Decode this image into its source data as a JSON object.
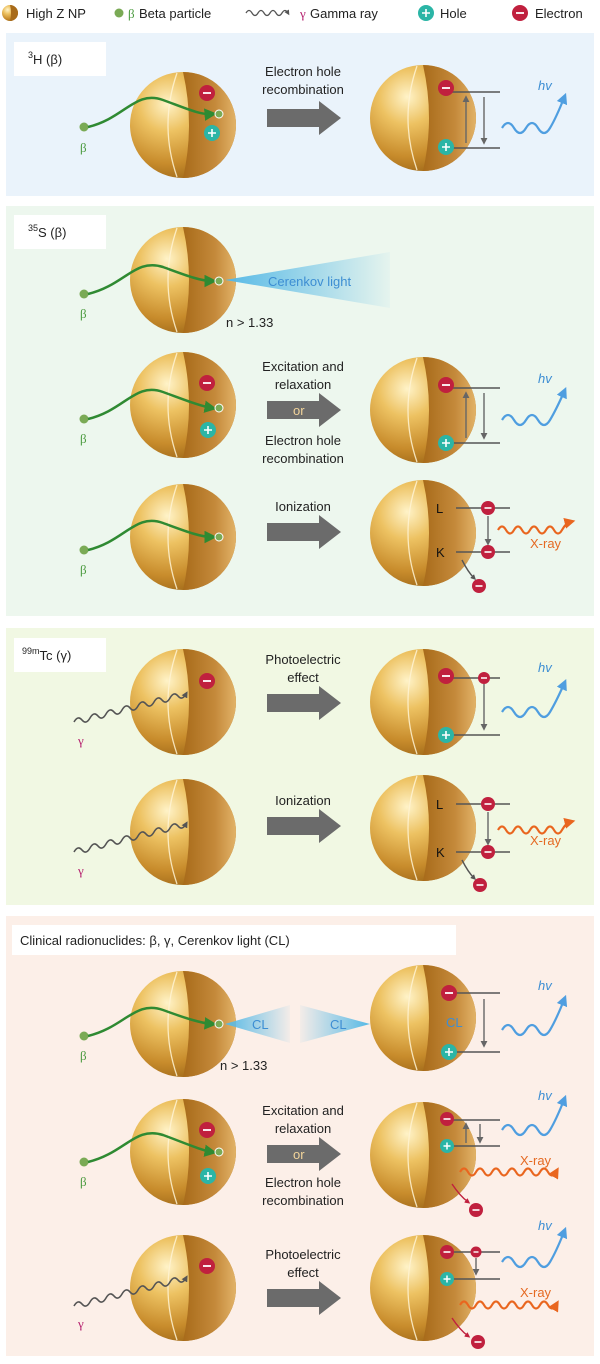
{
  "legend": {
    "np": "High Z NP",
    "beta_symbol": "β",
    "beta": "Beta particle",
    "gamma_symbol": "γ",
    "gamma": "Gamma ray",
    "hole": "Hole",
    "electron": "Electron"
  },
  "symbols": {
    "beta": "β",
    "gamma": "γ",
    "hv": "hv",
    "xray": "X-ray",
    "cl": "CL",
    "L": "L",
    "K": "K",
    "plus": "+",
    "minus": "−"
  },
  "panel1": {
    "label_sup": "3",
    "label_main": "H (β)",
    "process": [
      "Electron hole",
      "recombination"
    ]
  },
  "panel2": {
    "label_sup": "35",
    "label_main": "S (β)",
    "cerenkov": "Cerenkov light",
    "n_label": "n > 1.33",
    "proc_a": [
      "Excitation and",
      "relaxation"
    ],
    "or": "or",
    "proc_b": [
      "Electron hole",
      "recombination"
    ],
    "ionization": "Ionization"
  },
  "panel3": {
    "label_sup": "99m",
    "label_main": "Tc (γ)",
    "photo": [
      "Photoelectric",
      "effect"
    ],
    "ionization": "Ionization"
  },
  "panel4": {
    "label": "Clinical radionuclides: β, γ, Cerenkov light (CL)",
    "n_label": "n > 1.33",
    "proc_a": [
      "Excitation and",
      "relaxation"
    ],
    "or": "or",
    "proc_b": [
      "Electron hole",
      "recombination"
    ],
    "photo": [
      "Photoelectric",
      "effect"
    ]
  },
  "colors": {
    "panel1_bg": "#eaf3fb",
    "panel2_bg": "#edf7ee",
    "panel3_bg": "#f1f8e3",
    "panel4_bg": "#fcefe8",
    "gold": "#d9a441",
    "green": "#2f8a32",
    "electron": "#c0203e",
    "hole": "#2bb5a6",
    "arrow": "#6b6b6b",
    "hv": "#4f9ee0",
    "xray": "#e9661f"
  }
}
